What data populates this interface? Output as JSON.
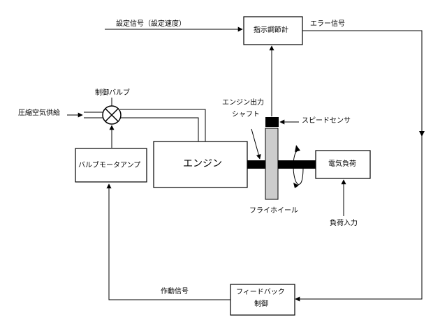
{
  "diagram": {
    "setpoint_signal": "設定信号（設定速度）",
    "indicator_controller": "指示調節計",
    "error_signal": "エラー信号",
    "control_valve": "制御バルブ",
    "compressed_air_supply": "圧縮空気供給",
    "valve_motor_amp": "バルブモータアンプ",
    "engine": "エンジン",
    "engine_output_shaft_line1": "エンジン出力",
    "engine_output_shaft_line2": "シャフト",
    "speed_sensor": "スピードセンサ",
    "electric_load": "電気負荷",
    "flywheel": "フライホイール",
    "load_input": "負荷入力",
    "actuation_signal": "作動信号",
    "feedback_control_line1": "フィードバック",
    "feedback_control_line2": "制御"
  }
}
